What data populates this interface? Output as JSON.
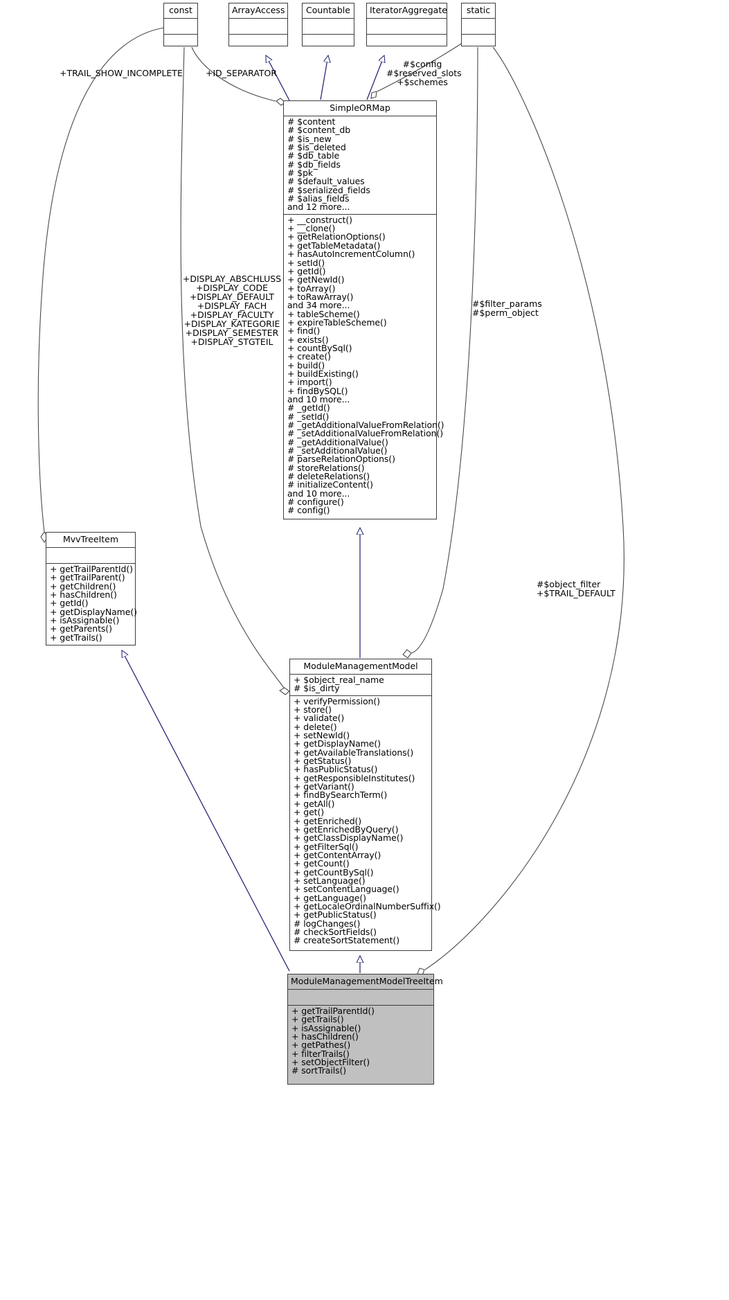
{
  "diagram": {
    "type": "uml-class-diagram",
    "colors": {
      "inheritance_arrow": "#191970",
      "aggregation_line": "#4a4a4a",
      "box_border": "#3d3d3d",
      "highlight_fill": "#c0c0c0",
      "background": "#ffffff"
    }
  },
  "classes": {
    "const": {
      "name": "const",
      "attributes": [],
      "methods": []
    },
    "arrayaccess": {
      "name": "ArrayAccess",
      "attributes": [],
      "methods": []
    },
    "countable": {
      "name": "Countable",
      "attributes": [],
      "methods": []
    },
    "iteratoraggregate": {
      "name": "IteratorAggregate",
      "attributes": [],
      "methods": []
    },
    "static": {
      "name": "static",
      "attributes": [],
      "methods": []
    },
    "simpleormap": {
      "name": "SimpleORMap",
      "attributes": [
        "# $content",
        "# $content_db",
        "# $is_new",
        "# $is_deleted",
        "# $db_table",
        "# $db_fields",
        "# $pk",
        "# $default_values",
        "# $serialized_fields",
        "# $alias_fields",
        "and 12 more..."
      ],
      "methods": [
        "+ __construct()",
        "+ __clone()",
        "+ getRelationOptions()",
        "+ getTableMetadata()",
        "+ hasAutoIncrementColumn()",
        "+ setId()",
        "+ getId()",
        "+ getNewId()",
        "+ toArray()",
        "+ toRawArray()",
        "and 34 more...",
        "+ tableScheme()",
        "+ expireTableScheme()",
        "+ find()",
        "+ exists()",
        "+ countBySql()",
        "+ create()",
        "+ build()",
        "+ buildExisting()",
        "+ import()",
        "+ findBySQL()",
        "and 10 more...",
        "# _getId()",
        "# _setId()",
        "# _getAdditionalValueFromRelation()",
        "# _setAdditionalValueFromRelation()",
        "# _getAdditionalValue()",
        "# _setAdditionalValue()",
        "# parseRelationOptions()",
        "# storeRelations()",
        "# deleteRelations()",
        "# initializeContent()",
        "and 10 more...",
        "# configure()",
        "# config()"
      ]
    },
    "mvvtreeitem": {
      "name": "MvvTreeItem",
      "attributes": [],
      "methods": [
        "+ getTrailParentId()",
        "+ getTrailParent()",
        "+ getChildren()",
        "+ hasChildren()",
        "+ getId()",
        "+ getDisplayName()",
        "+ isAssignable()",
        "+ getParents()",
        "+ getTrails()"
      ]
    },
    "modulemanagementmodel": {
      "name": "ModuleManagementModel",
      "attributes": [
        "+ $object_real_name",
        "# $is_dirty"
      ],
      "methods": [
        "+ verifyPermission()",
        "+ store()",
        "+ validate()",
        "+ delete()",
        "+ setNewId()",
        "+ getDisplayName()",
        "+ getAvailableTranslations()",
        "+ getStatus()",
        "+ hasPublicStatus()",
        "+ getResponsibleInstitutes()",
        "+ getVariant()",
        "+ findBySearchTerm()",
        "+ getAll()",
        "+ get()",
        "+ getEnriched()",
        "+ getEnrichedByQuery()",
        "+ getClassDisplayName()",
        "+ getFilterSql()",
        "+ getContentArray()",
        "+ getCount()",
        "+ getCountBySql()",
        "+ setLanguage()",
        "+ setContentLanguage()",
        "+ getLanguage()",
        "+ getLocaleOrdinalNumberSuffix()",
        "+ getPublicStatus()",
        "# logChanges()",
        "# checkSortFields()",
        "# createSortStatement()"
      ]
    },
    "modulemanagementmodeltreeitem": {
      "name": "ModuleManagementModelTreeItem",
      "attributes": [],
      "methods": [
        "+ getTrailParentId()",
        "+ getTrails()",
        "+ isAssignable()",
        "+ hasChildren()",
        "+ getPathes()",
        "+ filterTrails()",
        "+ setObjectFilter()",
        "# sortTrails()"
      ]
    }
  },
  "edge_labels": {
    "trail_show_incomplete": "+TRAIL_SHOW_INCOMPLETE",
    "id_separator": "+ID_SEPARATOR",
    "config_block": "#$config\n#$reserved_slots\n+$schemes",
    "display_block": "+DISPLAY_ABSCHLUSS\n+DISPLAY_CODE\n+DISPLAY_DEFAULT\n+DISPLAY_FACH\n+DISPLAY_FACULTY\n+DISPLAY_KATEGORIE\n+DISPLAY_SEMESTER\n+DISPLAY_STGTEIL",
    "filter_params_block": "#$filter_params\n#$perm_object",
    "object_filter_block": "#$object_filter\n+$TRAIL_DEFAULT"
  }
}
